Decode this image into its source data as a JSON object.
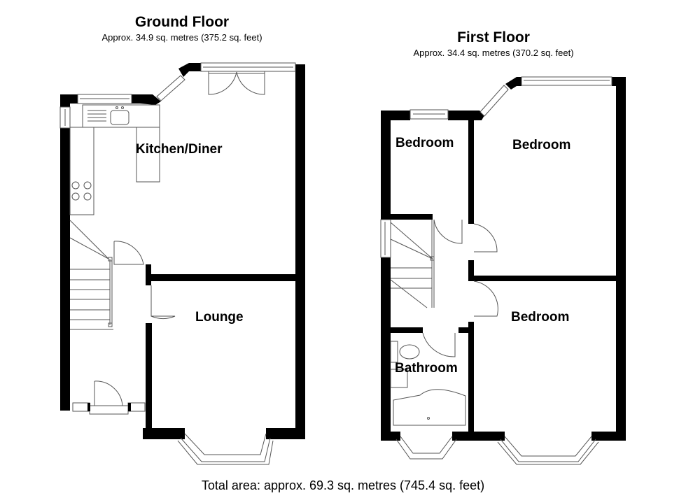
{
  "ground_floor": {
    "title": "Ground Floor",
    "area": "Approx. 34.9 sq. metres (375.2 sq. feet)",
    "rooms": [
      {
        "name": "Kitchen/Diner"
      },
      {
        "name": "Lounge"
      }
    ]
  },
  "first_floor": {
    "title": "First Floor",
    "area": "Approx. 34.4 sq. metres (370.2 sq. feet)",
    "rooms": [
      {
        "name": "Bedroom"
      },
      {
        "name": "Bedroom"
      },
      {
        "name": "Bedroom"
      },
      {
        "name": "Bathroom"
      }
    ]
  },
  "total_area": "Total area: approx. 69.3 sq. metres (745.4 sq. feet)",
  "colors": {
    "wall": "#000000",
    "fixture_line": "#555555",
    "background": "#ffffff"
  }
}
